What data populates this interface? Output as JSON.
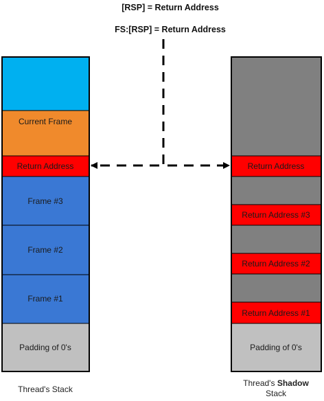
{
  "header": {
    "line1": "[RSP] = Return Address",
    "line2": "FS:[RSP] = Return Address"
  },
  "left_stack": {
    "caption": "Thread's Stack",
    "blocks": {
      "current_frame": "Current Frame",
      "return_address": "Return Address",
      "frame3": "Frame #3",
      "frame2": "Frame #2",
      "frame1": "Frame #1",
      "padding": "Padding of 0's"
    }
  },
  "right_stack": {
    "caption_prefix": "Thread's ",
    "caption_bold": "Shadow",
    "caption_line2": "Stack",
    "blocks": {
      "return_address": "Return Address",
      "return_address3": "Return Address #3",
      "return_address2": "Return Address #2",
      "return_address1": "Return Address #1",
      "padding": "Padding of 0's"
    }
  },
  "colors": {
    "free_space": "#00b0f0",
    "current_frame": "#f08a2c",
    "return_address": "#ff0000",
    "frame": "#3a78d4",
    "shadow_fill": "#808080",
    "padding": "#c0c0c0",
    "border": "#000000"
  }
}
